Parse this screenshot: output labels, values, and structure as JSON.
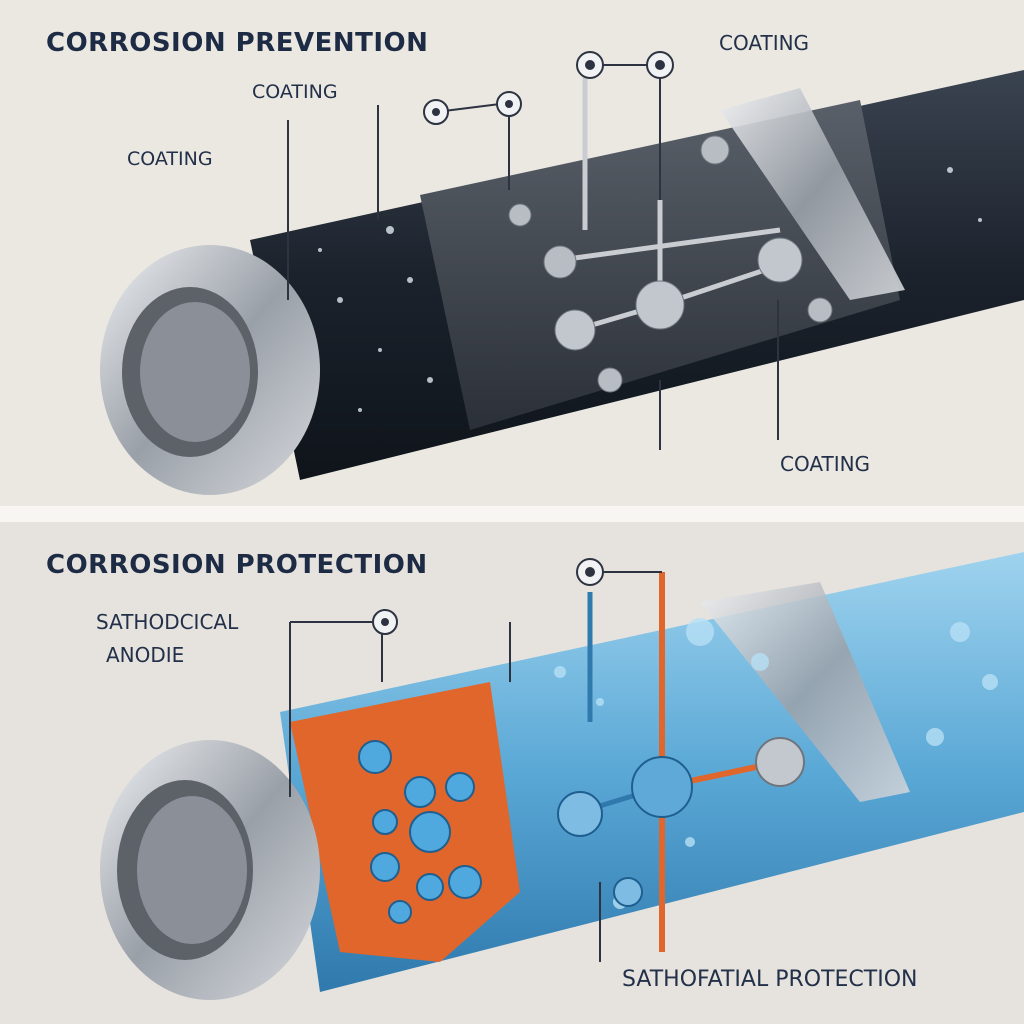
{
  "top_panel": {
    "title": "CORROSION PREVENTION",
    "labels": [
      "COATING",
      "COATING",
      "COATING",
      "COATING"
    ]
  },
  "bottom_panel": {
    "title": "CORROSION PROTECTION",
    "label_cathodic_line1": "SATHODCICAL",
    "label_cathodic_line2": "ANODIE",
    "label_bottom": "SATHOFATIAL PROTECTION"
  },
  "colors": {
    "coating_black": "#1f2731",
    "metal_silver": "#b8bcc2",
    "anode_orange": "#e0662b",
    "water_blue": "#6ab6dd",
    "text_navy": "#1d2b45"
  }
}
